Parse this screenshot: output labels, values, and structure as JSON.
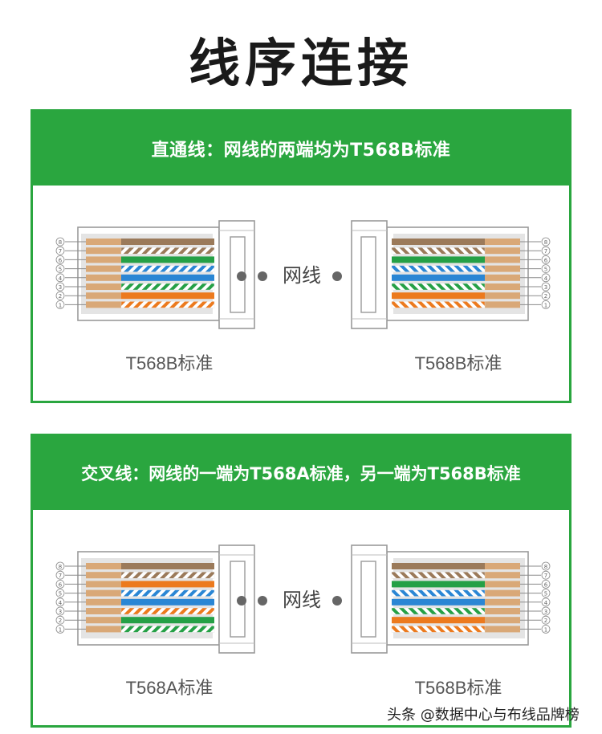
{
  "title": "线序连接",
  "panels": [
    {
      "heading": "直通线：网线的两端均为T568B标准",
      "left_standard": "T568B标准",
      "right_standard": "T568B标准",
      "cable_label": "网线",
      "left_wires": [
        "white-orange",
        "orange",
        "white-green",
        "blue",
        "white-blue",
        "green",
        "white-brown",
        "brown"
      ],
      "right_wires": [
        "white-orange",
        "orange",
        "white-green",
        "blue",
        "white-blue",
        "green",
        "white-brown",
        "brown"
      ]
    },
    {
      "heading": "交叉线：网线的一端为T568A标准，另一端为T568B标准",
      "left_standard": "T568A标准",
      "right_standard": "T568B标准",
      "cable_label": "网线",
      "left_wires": [
        "white-green",
        "green",
        "white-orange",
        "blue",
        "white-blue",
        "orange",
        "white-brown",
        "brown"
      ],
      "right_wires": [
        "white-orange",
        "orange",
        "white-green",
        "blue",
        "white-blue",
        "green",
        "white-brown",
        "brown"
      ]
    }
  ],
  "pin_numbers": [
    "1",
    "2",
    "3",
    "4",
    "5",
    "6",
    "7",
    "8"
  ],
  "wire_colors": {
    "orange": "#ec7a1e",
    "green": "#25a046",
    "blue": "#2a86d4",
    "brown": "#9b7a5a",
    "white": "#ffffff",
    "copper": "#d9a877",
    "accent_green": "#2aa63f"
  },
  "watermark": "头条 @数据中心与布线品牌榜"
}
